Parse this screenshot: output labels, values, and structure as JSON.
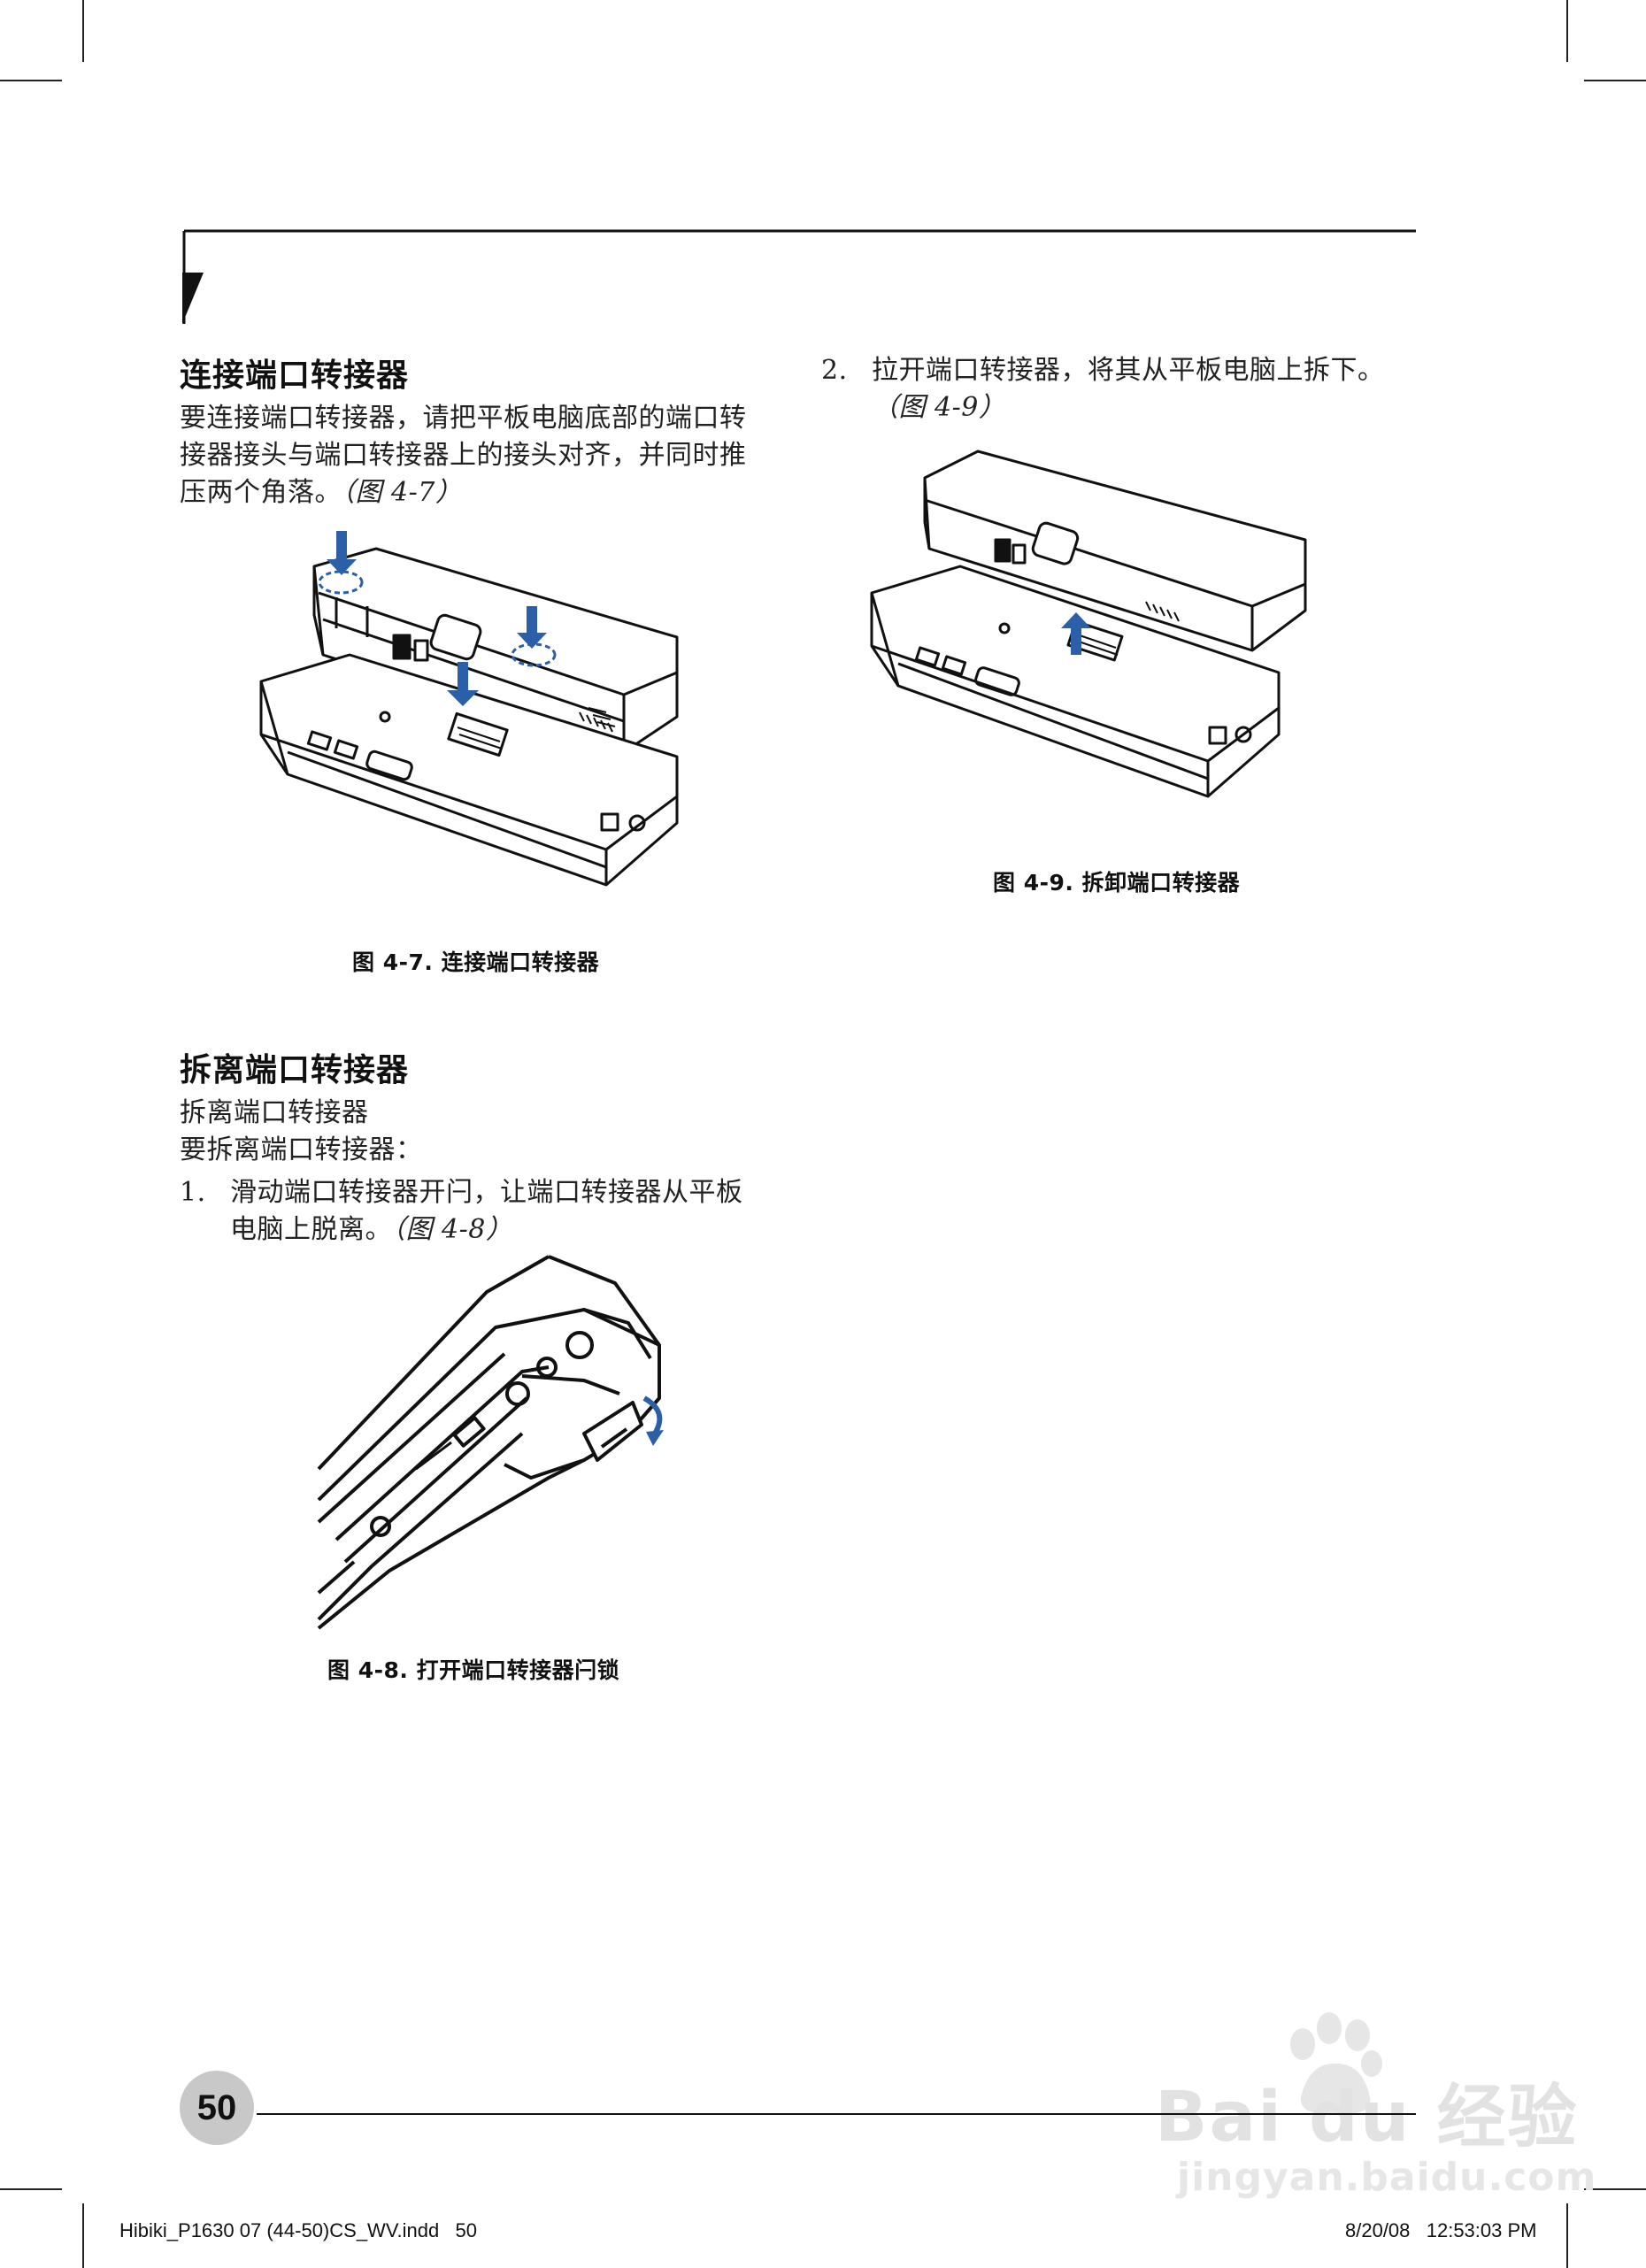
{
  "section1": {
    "heading": "连接端口转接器",
    "paragraph_lines": [
      "要连接端口转接器，请把平板电脑底部的端口转",
      "接器接头与端口转接器上的接头对齐，并同时推",
      "压两个角落。"
    ],
    "paragraph_ref": "（图 4-7）",
    "figure_caption": "图 4-7. 连接端口转接器"
  },
  "section2": {
    "heading": "拆离端口转接器",
    "intro_line1": "拆离端口转接器",
    "intro_line2": "要拆离端口转接器：",
    "step1": {
      "number": "1.",
      "line1": "滑动端口转接器开闩，让端口转接器从平板",
      "line2": "电脑上脱离。",
      "ref": "（图 4-8）"
    },
    "figure_caption": "图 4-8. 打开端口转接器闩锁"
  },
  "right_column": {
    "step2": {
      "number": "2.",
      "line1": "拉开端口转接器，将其从平板电脑上拆下。",
      "ref": "（图 4-9）"
    },
    "figure_caption": "图 4-9. 拆卸端口转接器"
  },
  "footer": {
    "page_number": "50",
    "slug_left": "Hibiki_P1630 07 (44-50)CS_WV.indd   50",
    "slug_right": "8/20/08   12:53:03 PM"
  },
  "watermark": {
    "brand": "Bai du 经验",
    "url": "jingyan.baidu.com"
  },
  "colors": {
    "arrow_blue": "#2b5fa8",
    "page_circle": "#c8c8c8",
    "ink": "#1a1a1a"
  }
}
